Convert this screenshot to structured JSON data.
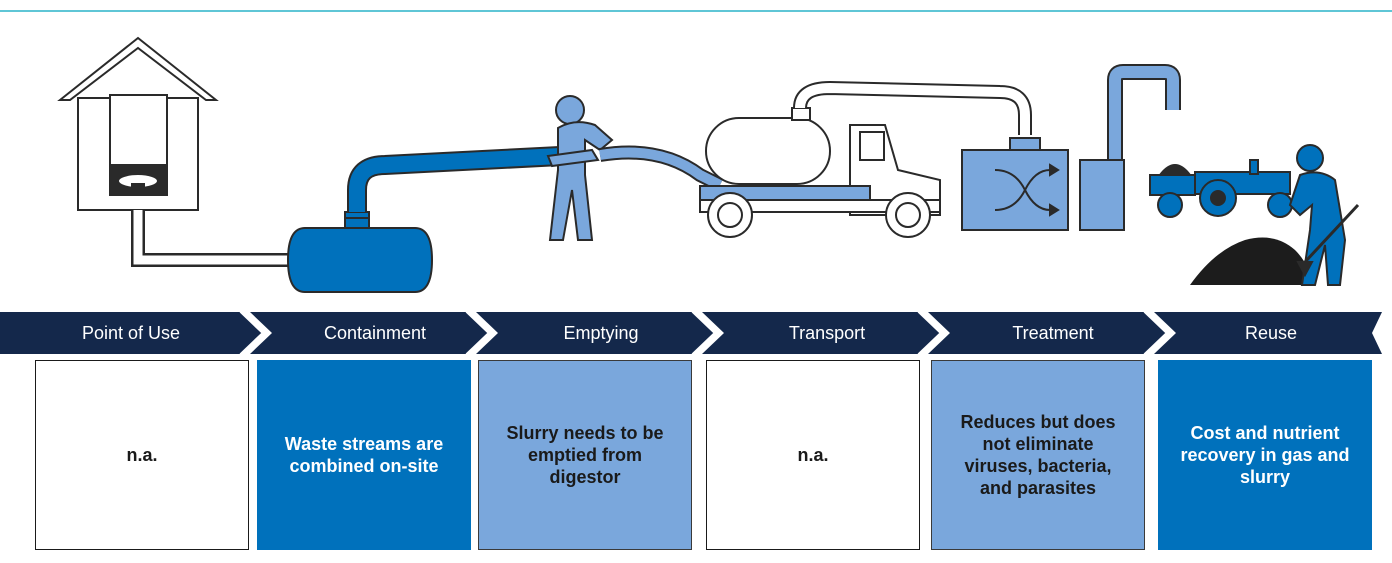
{
  "steps": [
    {
      "label": "Point of Use",
      "description": "n.a.",
      "style": "white"
    },
    {
      "label": "Containment",
      "description": "Waste streams are combined on-site",
      "style": "dark"
    },
    {
      "label": "Emptying",
      "description": "Slurry needs to be emptied from digestor",
      "style": "light"
    },
    {
      "label": "Transport",
      "description": "n.a.",
      "style": "white"
    },
    {
      "label": "Treatment",
      "description": "Reduces but does not eliminate viruses, bacteria, and parasites",
      "style": "light"
    },
    {
      "label": "Reuse",
      "description": "Cost and nutrient recovery in gas and slurry",
      "style": "dark"
    }
  ],
  "colors": {
    "navy": "#14284b",
    "dark_blue": "#0071bc",
    "light_blue": "#7aa7dc",
    "accent_line": "#5fc6d6"
  },
  "illustrations": [
    "latrine-icon",
    "biogas-digester-icon",
    "worker-with-hose-icon",
    "vacuum-truck-icon",
    "treatment-plant-icon",
    "tractor-icon",
    "worker-shoveling-icon"
  ]
}
